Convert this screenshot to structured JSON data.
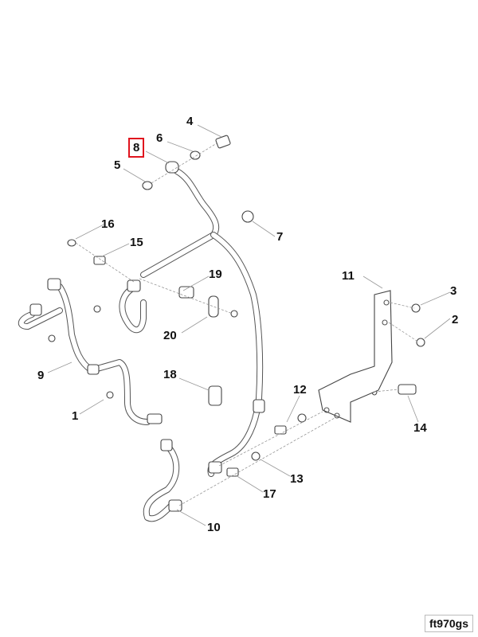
{
  "diagram": {
    "type": "exploded-parts-view",
    "figure_id": "ft970gs",
    "highlighted_callout": "8",
    "highlight_color": "#e0141e",
    "callouts": [
      {
        "id": "c1",
        "label": "1"
      },
      {
        "id": "c2",
        "label": "2"
      },
      {
        "id": "c3",
        "label": "3"
      },
      {
        "id": "c4",
        "label": "4"
      },
      {
        "id": "c5",
        "label": "5"
      },
      {
        "id": "c6",
        "label": "6"
      },
      {
        "id": "c7",
        "label": "7"
      },
      {
        "id": "c8",
        "label": "8"
      },
      {
        "id": "c9",
        "label": "9"
      },
      {
        "id": "c10",
        "label": "10"
      },
      {
        "id": "c11",
        "label": "11"
      },
      {
        "id": "c12",
        "label": "12"
      },
      {
        "id": "c13",
        "label": "13"
      },
      {
        "id": "c14",
        "label": "14"
      },
      {
        "id": "c15",
        "label": "15"
      },
      {
        "id": "c16",
        "label": "16"
      },
      {
        "id": "c17",
        "label": "17"
      },
      {
        "id": "c18",
        "label": "18"
      },
      {
        "id": "c19",
        "label": "19"
      },
      {
        "id": "c20",
        "label": "20"
      }
    ]
  }
}
